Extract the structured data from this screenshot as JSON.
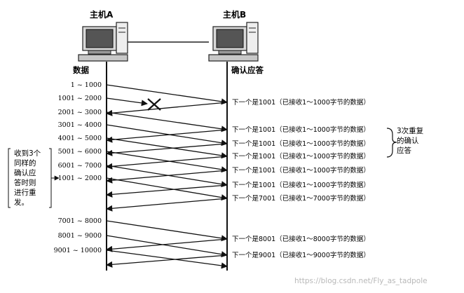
{
  "hosts": {
    "a": "主机A",
    "b": "主机B"
  },
  "columns": {
    "data": "数据",
    "ack": "确认应答"
  },
  "segments": [
    "1 ~ 1000",
    "1001 ~ 2000",
    "2001 ~ 3000",
    "3001 ~ 4000",
    "4001 ~ 5000",
    "5001 ~ 6000",
    "6001 ~ 7000",
    "1001 ~ 2000",
    "7001 ~ 8000",
    "8001 ~ 9000",
    "9001 ~ 10000"
  ],
  "acks": [
    "下一个是1001（已接收1～1000字节的数据）",
    "下一个是1001（已接收1～1000字节的数据）",
    "下一个是1001（已接收1～1000字节的数据）",
    "下一个是1001（已接收1～1000字节的数据）",
    "下一个是1001（已接收1～1000字节的数据）",
    "下一个是1001（已接收1～1000字节的数据）",
    "下一个是7001（已接收1～7000字节的数据）",
    "下一个是8001（已接收1～8000字节的数据）",
    "下一个是9001（已接收1～9000字节的数据）"
  ],
  "notes": {
    "resend_lines": [
      "收到3个",
      "同样的",
      "确认应",
      "答时则",
      "进行重",
      "发。"
    ],
    "dup_ack_lines": [
      "3次重复",
      "的确认",
      "应答"
    ]
  },
  "watermark": "https://blog.csdn.net/Fly_as_tadpole",
  "lost_marker_icon": "x-mark"
}
